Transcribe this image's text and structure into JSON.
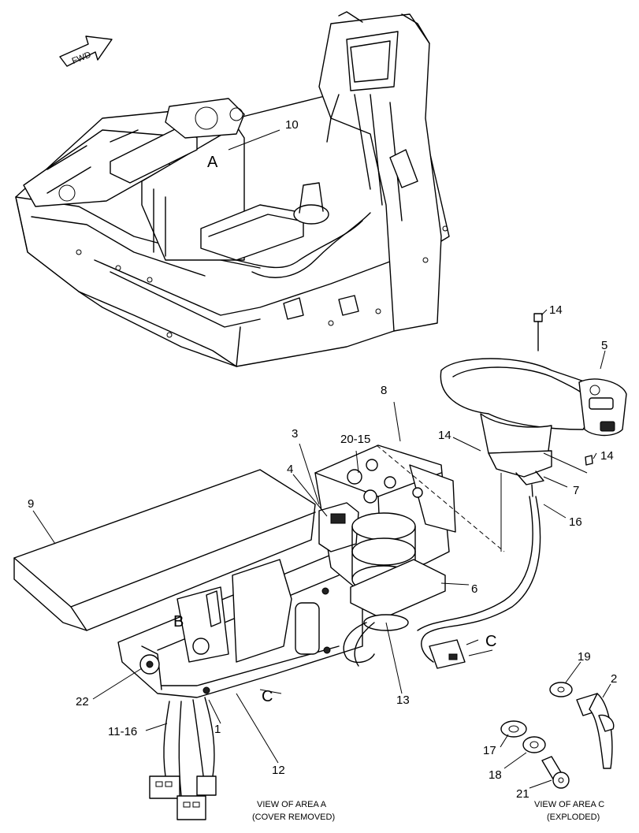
{
  "labels": {
    "fwd": "FWD",
    "area_a": "A",
    "area_b": "B",
    "area_c_1": "C",
    "area_c_2": "C",
    "p1": "1",
    "p2": "2",
    "p3": "3",
    "p4": "4",
    "p5": "5",
    "p6": "6",
    "p7": "7",
    "p8": "8",
    "p9": "9",
    "p10": "10",
    "p11_16": "11-16",
    "p12": "12",
    "p13": "13",
    "p14_a": "14",
    "p14_b": "14",
    "p14_c": "14",
    "p16": "16",
    "p17": "17",
    "p18": "18",
    "p19": "19",
    "p20_15": "20-15",
    "p21": "21",
    "p22": "22"
  },
  "captions": {
    "view_a_line1": "VIEW OF AREA  A",
    "view_a_line2": "(COVER REMOVED)",
    "view_c_line1": "VIEW OF AREA  C",
    "view_c_line2": "(EXPLODED)"
  }
}
